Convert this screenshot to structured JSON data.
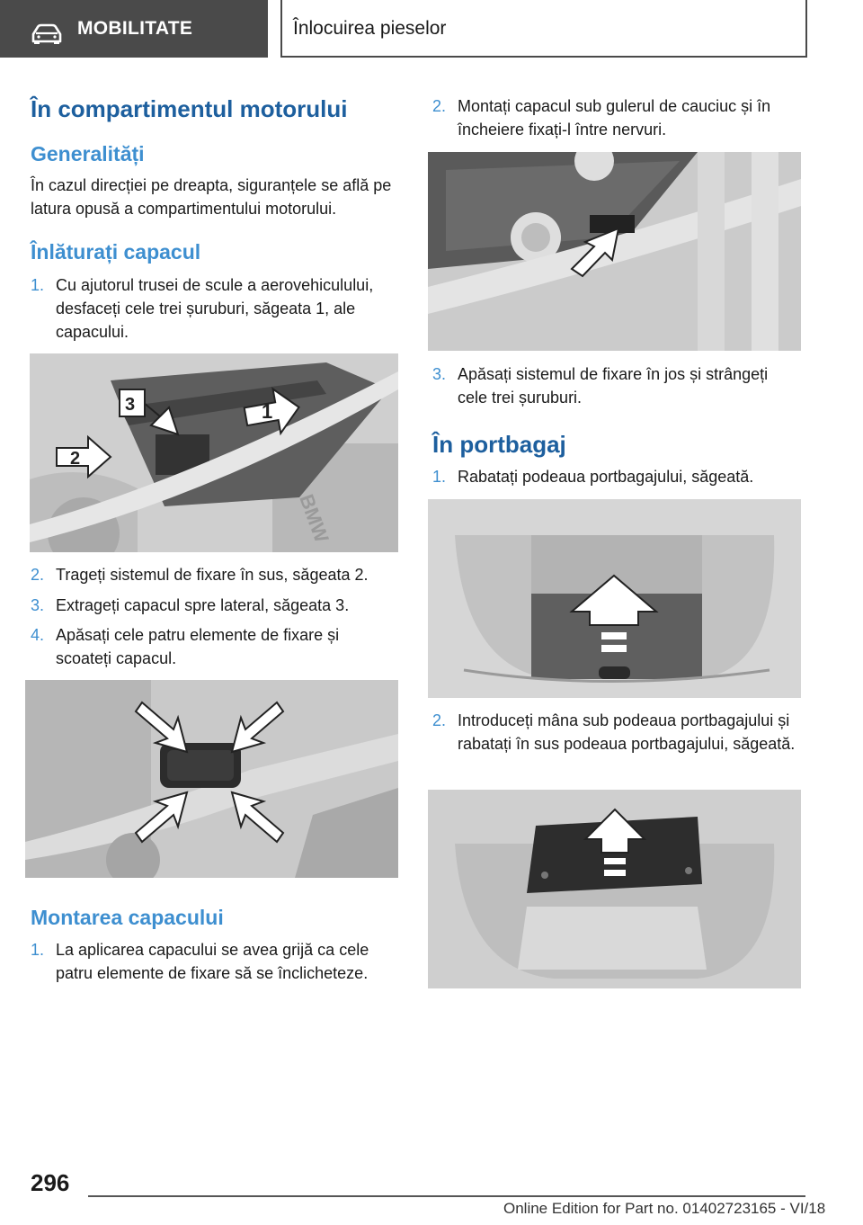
{
  "header": {
    "section": "MOBILITATE",
    "chapter": "Înlocuirea pieselor",
    "icon": "car-icon"
  },
  "left": {
    "title": "În compartimentul motorului",
    "general_heading": "Generalități",
    "general_text": "În cazul direcției pe dreapta, siguranțele se află pe latura opusă a compartimentului motorului.",
    "remove_heading": "Înlăturați capacul",
    "remove_steps": [
      {
        "num": "1.",
        "text": "Cu ajutorul trusei de scule a aerovehiculului, desfaceți cele trei șuruburi, săgeata 1, ale capacului."
      },
      {
        "num": "2.",
        "text": "Trageți sistemul de fixare în sus, săgeata 2."
      },
      {
        "num": "3.",
        "text": "Extrageți capacul spre lateral, săgeata 3."
      },
      {
        "num": "4.",
        "text": "Apăsați cele patru elemente de fixare și scoateți capacul."
      }
    ],
    "photo1_callouts": [
      "1",
      "2",
      "3"
    ],
    "photo1_badge": "BMW",
    "mount_heading": "Montarea capacului",
    "mount_steps": [
      {
        "num": "1.",
        "text": "La aplicarea capacului se avea grijă ca cele patru elemente de fixare să se înclicheteze."
      }
    ]
  },
  "right": {
    "mount_steps": [
      {
        "num": "2.",
        "text": "Montați capacul sub gulerul de cauciuc și în încheiere fixați-l între nervuri."
      },
      {
        "num": "3.",
        "text": "Apăsați sistemul de fixare în jos și strângeți cele trei șuruburi."
      }
    ],
    "trunk_heading": "În portbagaj",
    "trunk_steps": [
      {
        "num": "1.",
        "text": "Rabatați podeaua portbagajului, săgeată."
      },
      {
        "num": "2.",
        "text": "Introduceți mâna sub podeaua portbagajului și rabatați în sus podeaua portbagajului, săgeată."
      }
    ]
  },
  "footer": {
    "page_number": "296",
    "edition": "Online Edition for Part no. 01402723165 - VI/18"
  }
}
